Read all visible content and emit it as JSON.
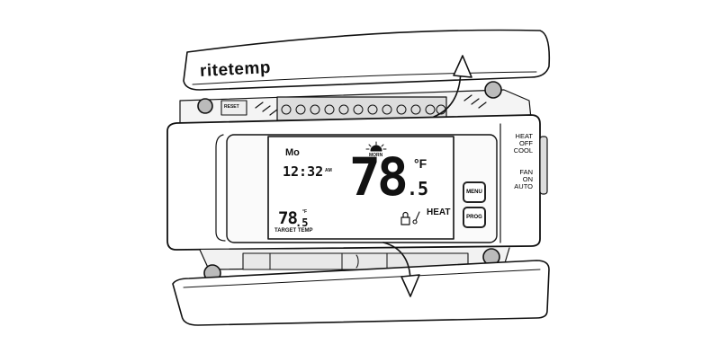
{
  "brand": {
    "logo_text": "ritetemp"
  },
  "terminal_block": {
    "reset_label": "RESET"
  },
  "display": {
    "day": "Mo",
    "time": "12:32",
    "ampm": "AM",
    "period_label": "MORN",
    "room_temp_main": "78",
    "room_temp_decimal": ".5",
    "room_temp_unit": "°F",
    "target_temp_main": "78",
    "target_temp_decimal": ".5",
    "target_temp_unit": "°F",
    "target_label": "TARGET TEMP",
    "mode": "HEAT"
  },
  "buttons": {
    "menu_label": "MENU",
    "prog_label": "PROG"
  },
  "switches": {
    "system": [
      "HEAT",
      "OFF",
      "COOL"
    ],
    "fan_title": "FAN",
    "fan": [
      "ON",
      "AUTO"
    ]
  },
  "icons": [
    "lock-icon",
    "thermometer-icon",
    "sun-icon",
    "arrow-up-icon",
    "arrow-down-icon"
  ]
}
